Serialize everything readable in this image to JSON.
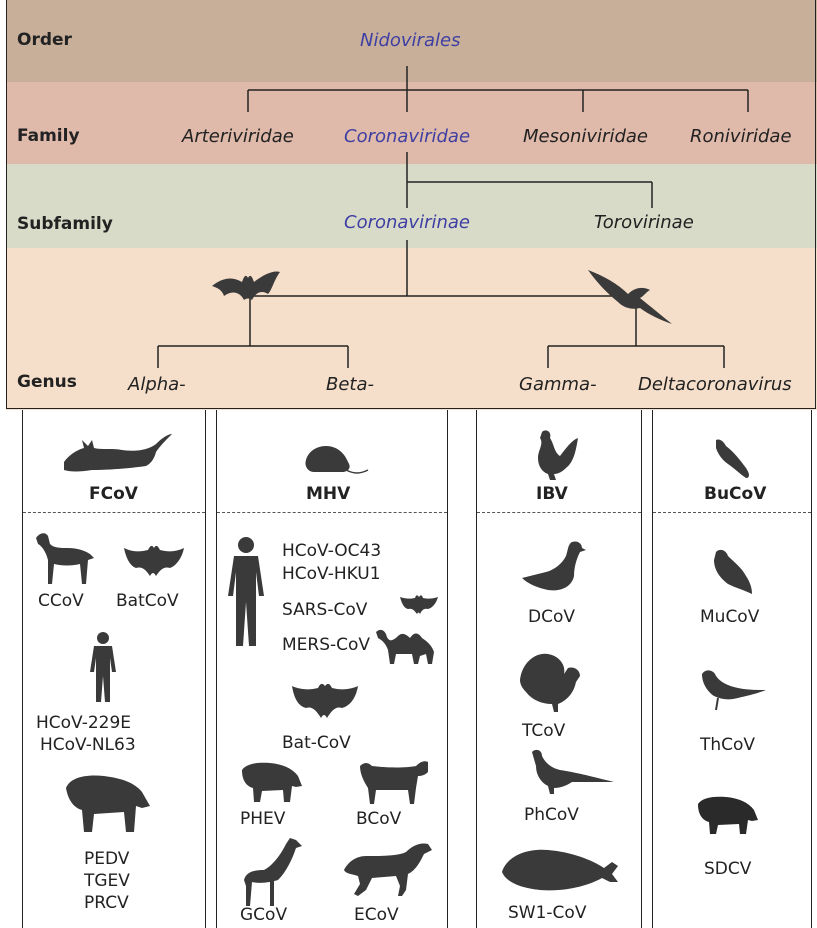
{
  "ranks": {
    "order": "Order",
    "family": "Family",
    "subfamily": "Subfamily",
    "genus": "Genus"
  },
  "taxa": {
    "order": "Nidovirales",
    "families": [
      "Arteriviridae",
      "Coronaviridae",
      "Mesoniviridae",
      "Roniviridae"
    ],
    "subfamilies": [
      "Coronavirinae",
      "Torovirinae"
    ],
    "genera": [
      "Alpha-",
      "Beta-",
      "Gamma-",
      "Deltacoronavirus"
    ]
  },
  "colors": {
    "order_band": "#c8af9a",
    "family_band": "#dfb9a9",
    "subfamily_band": "#d9dbc9",
    "genus_band": "#f6dfca",
    "highlight_text": "#3e3fa3",
    "silhouette": "#3a3a3a"
  },
  "columns": [
    {
      "prototype": {
        "name": "FCoV",
        "icon": "cat-icon"
      },
      "viruses": [
        {
          "label": "CCoV",
          "icon": "dog-icon"
        },
        {
          "label": "BatCoV",
          "icon": "bat-icon"
        },
        {
          "label": "HCoV-229E",
          "icon": "human-icon"
        },
        {
          "label": "HCoV-NL63"
        },
        {
          "label": "PEDV",
          "icon": "pig-icon"
        },
        {
          "label": "TGEV"
        },
        {
          "label": "PRCV"
        }
      ]
    },
    {
      "prototype": {
        "name": "MHV",
        "icon": "mouse-icon"
      },
      "viruses": [
        {
          "label": "HCoV-OC43",
          "icon": "human-icon"
        },
        {
          "label": "HCoV-HKU1"
        },
        {
          "label": "SARS-CoV",
          "icon": "bat-icon"
        },
        {
          "label": "MERS-CoV",
          "icon": "camel-icon"
        },
        {
          "label": "Bat-CoV",
          "icon": "bat-icon"
        },
        {
          "label": "PHEV",
          "icon": "pig-icon"
        },
        {
          "label": "BCoV",
          "icon": "cow-icon"
        },
        {
          "label": "GCoV",
          "icon": "giraffe-icon"
        },
        {
          "label": "ECoV",
          "icon": "horse-icon"
        }
      ]
    },
    {
      "prototype": {
        "name": "IBV",
        "icon": "rooster-icon"
      },
      "viruses": [
        {
          "label": "DCoV",
          "icon": "duck-icon"
        },
        {
          "label": "TCoV",
          "icon": "turkey-icon"
        },
        {
          "label": "PhCoV",
          "icon": "pheasant-icon"
        },
        {
          "label": "SW1-CoV",
          "icon": "whale-icon"
        }
      ]
    },
    {
      "prototype": {
        "name": "BuCoV",
        "icon": "bulbul-icon"
      },
      "viruses": [
        {
          "label": "MuCoV",
          "icon": "munia-icon"
        },
        {
          "label": "ThCoV",
          "icon": "thrush-icon"
        },
        {
          "label": "SDCV",
          "icon": "pig-icon"
        }
      ]
    }
  ]
}
